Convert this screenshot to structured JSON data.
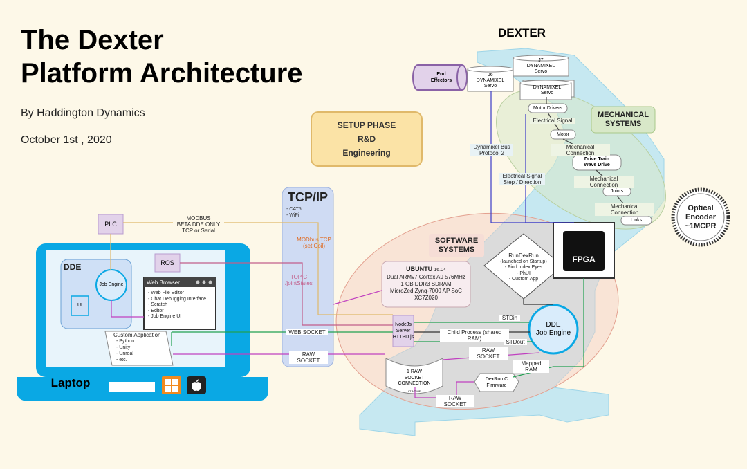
{
  "header": {
    "title_line1": "The Dexter",
    "title_line2": "Platform Architecture",
    "author": "By Haddington Dynamics",
    "date": "October 1st , 2020"
  },
  "setup_phase": {
    "line1": "SETUP PHASE",
    "line2": "R&D",
    "line3": "Engineering"
  },
  "tcpip": {
    "title": "TCP/IP",
    "items": [
      "- CAT5",
      "- WiFi"
    ],
    "modbus_tcp": "MODbus TCP\n(set Coil)",
    "topic": "TOPIC\n/jointStates",
    "web_socket": "WEB SOCKET",
    "raw_socket": "RAW SOCKET"
  },
  "laptop": {
    "label": "Laptop",
    "dde_label": "DDE",
    "ui_label": "UI",
    "job_engine": "Job Engine",
    "web_browser_title": "Web Browser",
    "web_browser_items": [
      "- Web File Editor",
      "- Chat Debugging Interface",
      "- Scratch",
      "- Editor",
      "- Job Engine UI"
    ],
    "custom_app_title": "Custom Application",
    "custom_app_items": [
      "- Python",
      "- Unity",
      "- Unreal",
      "- etc."
    ],
    "ros": "ROS",
    "plc": "PLC",
    "modbus_note": "MODBUS\nBETA DDE ONLY\nTCP or Serial"
  },
  "software": {
    "title": "SOFTWARE\nSYSTEMS",
    "ubuntu_title": "UBUNTU",
    "ubuntu_version": "16.04",
    "ubuntu_lines": [
      "Dual ARMv7 Cortex A9 576MHz",
      "1 GB DDR3 SDRAM",
      "MicroZed Zynq-7000 AP SoC",
      "XC7Z020"
    ],
    "rundexrun_title": "RunDexRun",
    "rundexrun_lines": [
      "(launched on Startup)",
      "- Find Index Eyes",
      "- PhUI",
      "- Custom App"
    ],
    "nodejs": "NodeJs\nServer\nHTTPD.js",
    "dde_job_engine": "DDE\nJob Engine",
    "stdin": "STDin",
    "stdout": "STDout",
    "child_process": "Child Process (shared RAM)",
    "raw_socket_a": "RAW SOCKET",
    "raw_socket_b": "RAW SOCKET",
    "mapped_ram": "Mapped RAM",
    "raw_conn": "1 RAW\nSOCKET\nCONNECTION",
    "raw_conn_note": "AT A TIME",
    "dexrun": "DexRun.C\nFirmware",
    "fpga": "FPGA"
  },
  "dexter": {
    "title": "DEXTER",
    "end_effectors": "End\nEffectors",
    "j6": "J6\nDYNAMIXEL\nServo",
    "j7": "J7\nDYNAMIXEL\nServo",
    "dyn_servo": "DYNAMIXEL\nServo",
    "motor_drivers": "Motor Drivers",
    "electrical_signal": "Electrical Signal",
    "motor": "Motor",
    "mech_conn_1": "Mechanical Connection",
    "drive_train": "Drive Train\nWave Drive",
    "mech_conn_2": "Mechanical Connection",
    "joints": "Joints",
    "mech_conn_3": "Mechanical Connection",
    "links": "Links",
    "dyn_bus": "Dynamixel Bus\nProtocol 2",
    "elec_step": "Electrical Signal\nStep / Direction",
    "mech_systems": "MECHANICAL\nSYSTEMS",
    "encoder": "Optical\nEncoder\n~1MCPR"
  },
  "colors": {
    "background": "#fdf8e8",
    "laptop_blue": "#0aa8e4",
    "software_pink": "#f3cbc0",
    "mechanical_green": "#d8e8c8",
    "tcpip_blue": "#cfdbf3",
    "setup_yellow": "#fbe3a6",
    "fpga_dark": "#111111",
    "plc_purple": "#e2d2ea"
  },
  "icons": [
    "windows-icon",
    "apple-icon"
  ]
}
